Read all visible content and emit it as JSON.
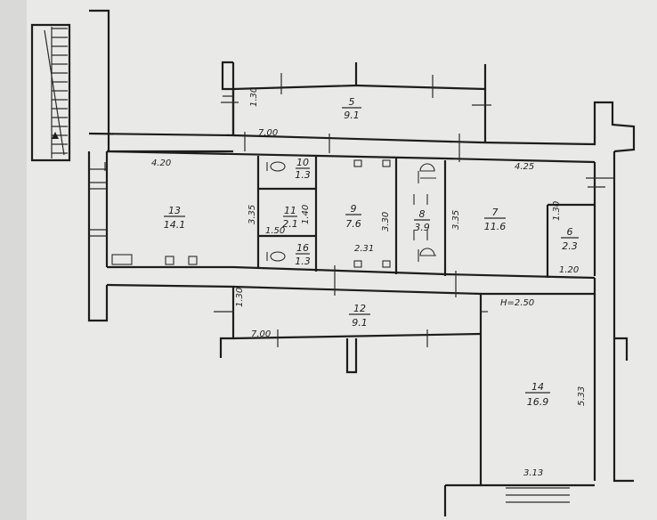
{
  "dimensions": {
    "d_top_left": "4.20",
    "d_corridor_top": "7.00",
    "d_right_top": "4.25",
    "d_room5_h": "1.30",
    "d_room13_h": "3.35",
    "d_room7_h": "3.35",
    "d_room9_v": "3.30",
    "d_room9_w": "2.31",
    "d_room11_w": "1.40",
    "d_room12_top": "1.50",
    "d_room6_h": "1.30",
    "d_room6_w": "1.20",
    "d_room12_h": "1.30",
    "d_room12_w": "7.00",
    "d_height": "H=2.50",
    "d_room14_h": "5.33",
    "d_room14_w": "3.13"
  },
  "rooms": {
    "r5": {
      "number": "5",
      "area": "9.1"
    },
    "r13": {
      "number": "13",
      "area": "14.1"
    },
    "r10": {
      "number": "10",
      "area": "1.3"
    },
    "r11": {
      "number": "11",
      "area": "2.1"
    },
    "r16": {
      "number": "16",
      "area": "1.3"
    },
    "r9": {
      "number": "9",
      "area": "7.6"
    },
    "r8": {
      "number": "8",
      "area": "3.9"
    },
    "r7": {
      "number": "7",
      "area": "11.6"
    },
    "r6": {
      "number": "6",
      "area": "2.3"
    },
    "r12": {
      "number": "12",
      "area": "9.1"
    },
    "r14": {
      "number": "14",
      "area": "16.9"
    }
  }
}
